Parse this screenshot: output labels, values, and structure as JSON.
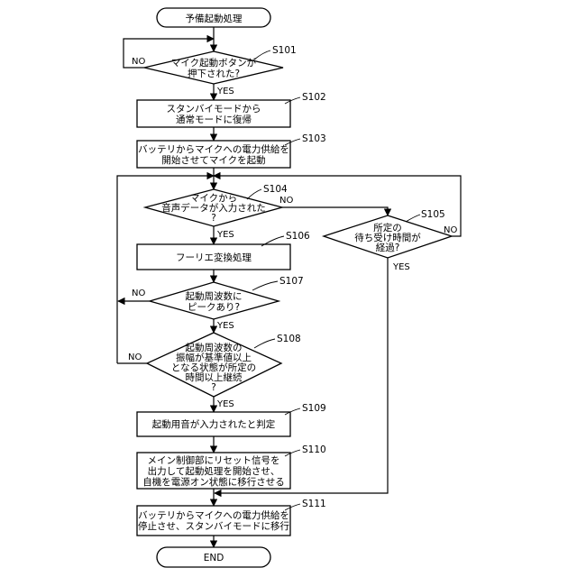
{
  "nodes": {
    "start": {
      "lines": [
        "予備起動処理"
      ]
    },
    "d101": {
      "step": "S101",
      "lines": [
        "マイク起動ボタンが",
        "押下された?"
      ]
    },
    "p102": {
      "step": "S102",
      "lines": [
        "スタンバイモードから",
        "通常モードに復帰"
      ]
    },
    "p103": {
      "step": "S103",
      "lines": [
        "バッテリからマイクへの電力供給を",
        "開始させてマイクを起動"
      ]
    },
    "d104": {
      "step": "S104",
      "lines": [
        "マイクから",
        "音声データが入力された",
        "?"
      ]
    },
    "d105": {
      "step": "S105",
      "lines": [
        "所定の",
        "待ち受け時間が",
        "経過?"
      ]
    },
    "p106": {
      "step": "S106",
      "lines": [
        "フーリエ変換処理"
      ]
    },
    "d107": {
      "step": "S107",
      "lines": [
        "起動周波数に",
        "ピークあり?"
      ]
    },
    "d108": {
      "step": "S108",
      "lines": [
        "起動周波数の",
        "振幅が基準値以上",
        "となる状態が所定の",
        "時間以上継続",
        "?"
      ]
    },
    "p109": {
      "step": "S109",
      "lines": [
        "起動用音が入力されたと判定"
      ]
    },
    "p110": {
      "step": "S110",
      "lines": [
        "メイン制御部にリセット信号を",
        "出力して起動処理を開始させ、",
        "自機を電源オン状態に移行させる"
      ]
    },
    "p111": {
      "step": "S111",
      "lines": [
        "バッテリからマイクへの電力供給を",
        "停止させ、スタンバイモードに移行"
      ]
    },
    "end": {
      "lines": [
        "END"
      ]
    }
  },
  "labels": {
    "d101_no": "NO",
    "d101_yes": "YES",
    "d104_no": "NO",
    "d104_yes": "YES",
    "d105_no": "NO",
    "d105_yes": "YES",
    "d107_no": "NO",
    "d107_yes": "YES",
    "d108_no": "NO",
    "d108_yes": "YES"
  }
}
